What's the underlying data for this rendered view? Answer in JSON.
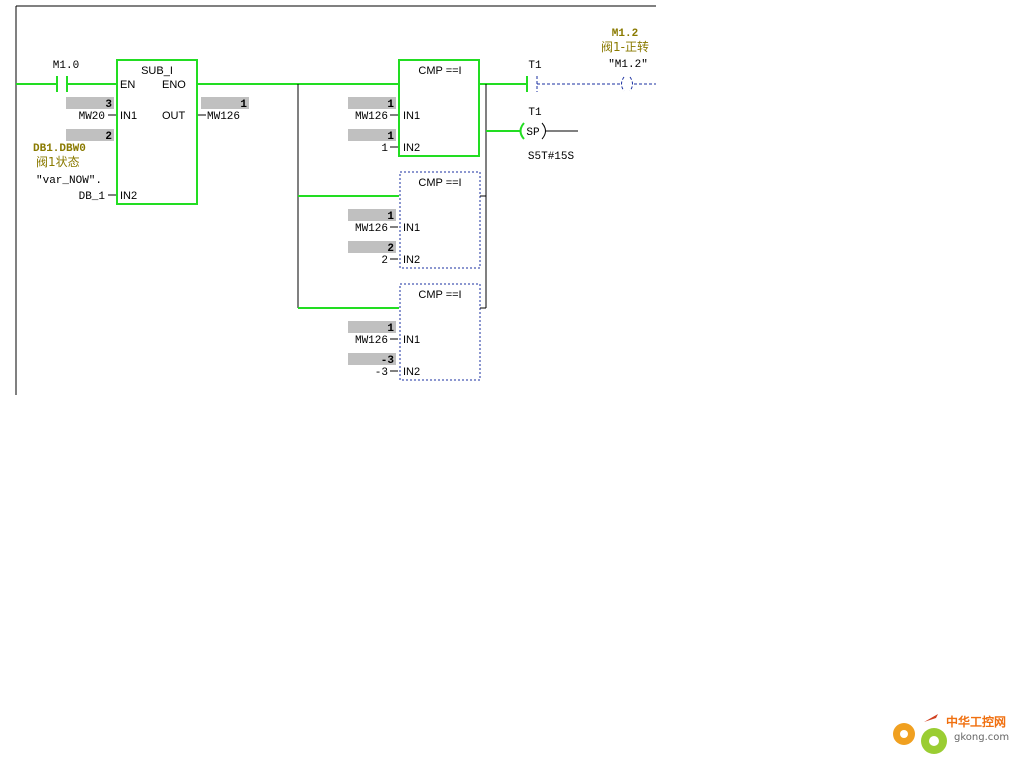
{
  "contact_m10": {
    "address": "M1.0"
  },
  "sub_block": {
    "title": "SUB_I",
    "en": "EN",
    "eno": "ENO",
    "in1": "IN1",
    "in2": "IN2",
    "out": "OUT",
    "in1_value": "3",
    "in1_operand": "MW20",
    "in2_value": "2",
    "in2_address": "DB1.DBW0",
    "in2_comment": "阀1状态",
    "in2_symbol": "\"var_NOW\".",
    "in2_operand": "DB_1",
    "out_value": "1",
    "out_operand": "MW126"
  },
  "cmp_blocks": [
    {
      "title": "CMP ==I",
      "in1": "IN1",
      "in2": "IN2",
      "in1_value": "1",
      "in1_operand": "MW126",
      "in2_value": "1",
      "in2_operand": "1"
    },
    {
      "title": "CMP ==I",
      "in1": "IN1",
      "in2": "IN2",
      "in1_value": "1",
      "in1_operand": "MW126",
      "in2_value": "2",
      "in2_operand": "2"
    },
    {
      "title": "CMP ==I",
      "in1": "IN1",
      "in2": "IN2",
      "in1_value": "1",
      "in1_operand": "MW126",
      "in2_value": "-3",
      "in2_operand": "-3"
    }
  ],
  "contact_t1": {
    "address": "T1"
  },
  "timer_t1": {
    "address": "T1",
    "type": "SP",
    "preset": "S5T#15S"
  },
  "coil_m12": {
    "address": "M1.2",
    "comment": "阀1-正转",
    "symbol": "\"M1.2\""
  },
  "watermark": {
    "brand": "中华工控网",
    "site": "gkong.com"
  },
  "colors": {
    "powered": "#22dd22",
    "unpowered": "#1a2fa0",
    "value_bg": "#c0c0c0",
    "comment": "#8a7a00"
  }
}
